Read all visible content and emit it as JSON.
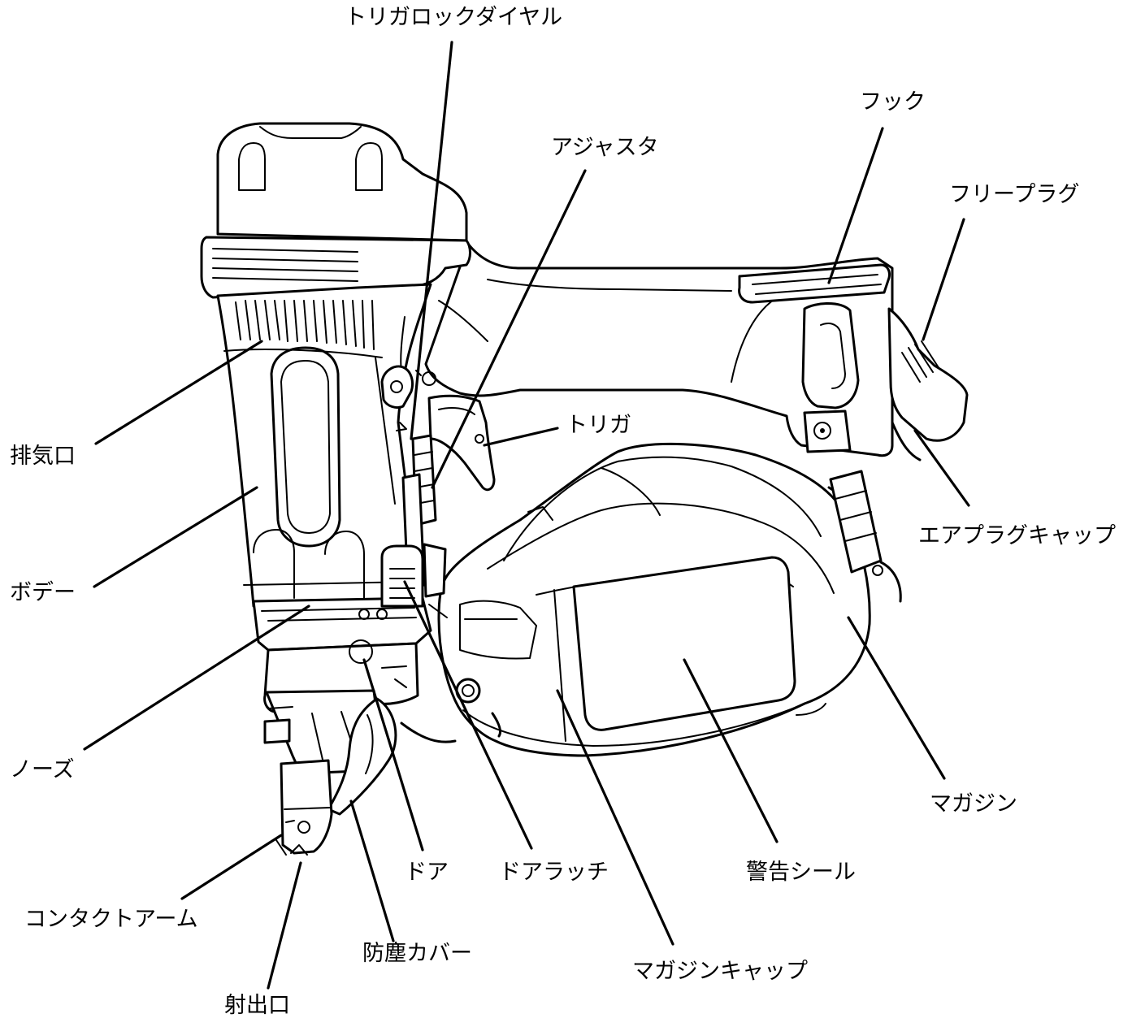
{
  "labels": {
    "trigger_lock_dial": "トリガロックダイヤル",
    "adjuster": "アジャスタ",
    "hook": "フック",
    "free_plug": "フリープラグ",
    "exhaust": "排気口",
    "trigger": "トリガ",
    "air_plug_cap": "エアプラグキャップ",
    "body": "ボデー",
    "nose": "ノーズ",
    "magazine": "マガジン",
    "door": "ドア",
    "door_latch": "ドアラッチ",
    "warning_seal": "警告シール",
    "contact_arm": "コンタクトアーム",
    "dust_cover": "防塵カバー",
    "magazine_cap": "マガジンキャップ",
    "muzzle": "射出口"
  },
  "colors": {
    "ink": "#000000",
    "paper": "#ffffff"
  }
}
